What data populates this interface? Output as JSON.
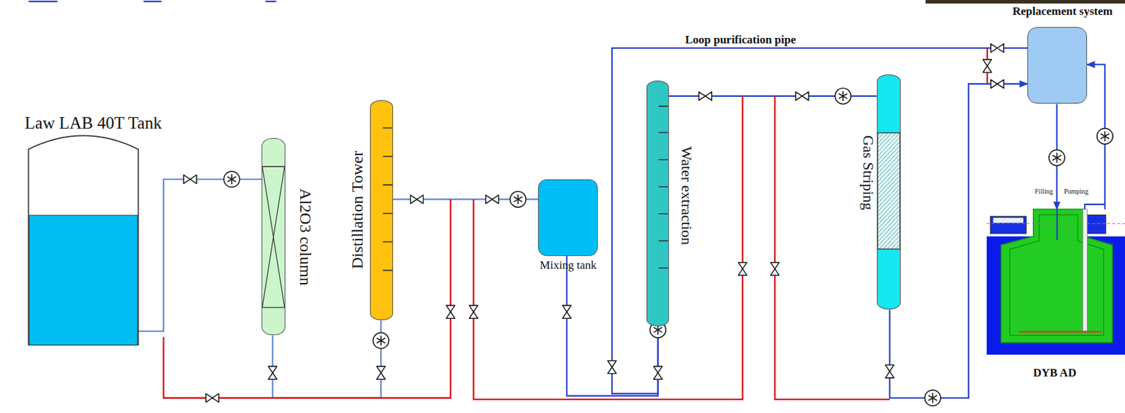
{
  "diagram": {
    "nodes": [
      {
        "text": [
          "Law LAB 40T Tank"
        ]
      },
      {
        "text": [
          "Al2O3 column"
        ]
      },
      {
        "text": [
          "Distillation Tower"
        ]
      },
      {
        "text": [
          "Mixing tank"
        ]
      },
      {
        "text": [
          "Water extraction"
        ]
      },
      {
        "text": [
          "Gas Striping"
        ]
      },
      {
        "text": [
          "Replacement system"
        ]
      },
      {
        "text": [
          "DYB AD"
        ]
      }
    ],
    "edges": [
      {
        "from": 0,
        "to": 1,
        "arrow": "none"
      },
      {
        "from": 1,
        "to": 2,
        "arrow": "none"
      },
      {
        "from": 2,
        "to": 3,
        "arrow": "none"
      },
      {
        "from": 3,
        "to": 4,
        "arrow": "to"
      },
      {
        "from": 4,
        "to": 5,
        "arrow": "none"
      },
      {
        "from": 5,
        "to": 6,
        "arrow": "to"
      },
      {
        "from": 6,
        "to": 7,
        "arrow": "to"
      },
      {
        "from": 7,
        "to": 6,
        "arrow": "to"
      },
      {
        "from": 6,
        "to": 4,
        "arrow": "to"
      }
    ],
    "labels": [
      "Loop purification pipe",
      "Filling",
      "Pumping"
    ]
  }
}
